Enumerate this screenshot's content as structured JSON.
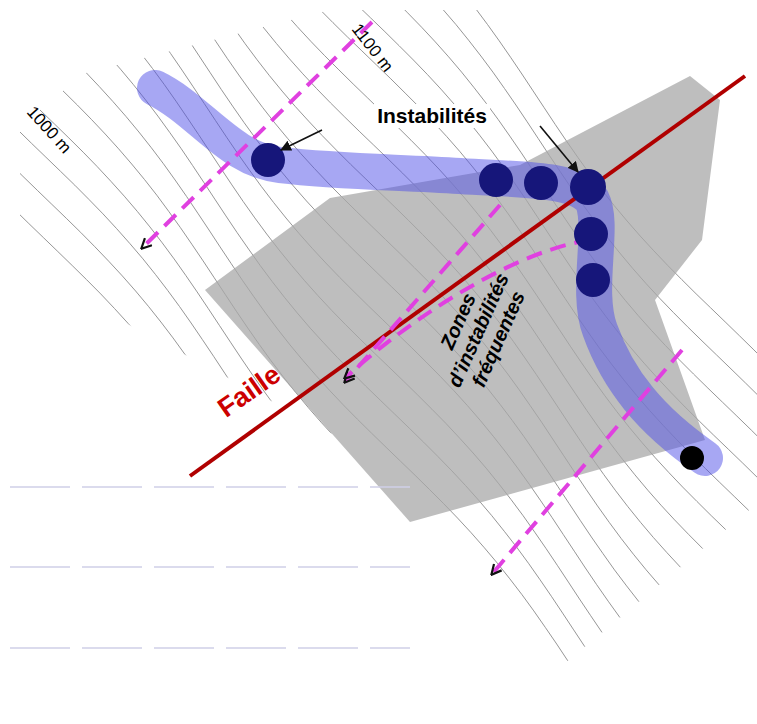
{
  "diagram": {
    "labels": [
      "1100 m",
      "1000 m",
      "Instabilités",
      "Zones d’instabilités fréquentes",
      "Faille"
    ]
  }
}
